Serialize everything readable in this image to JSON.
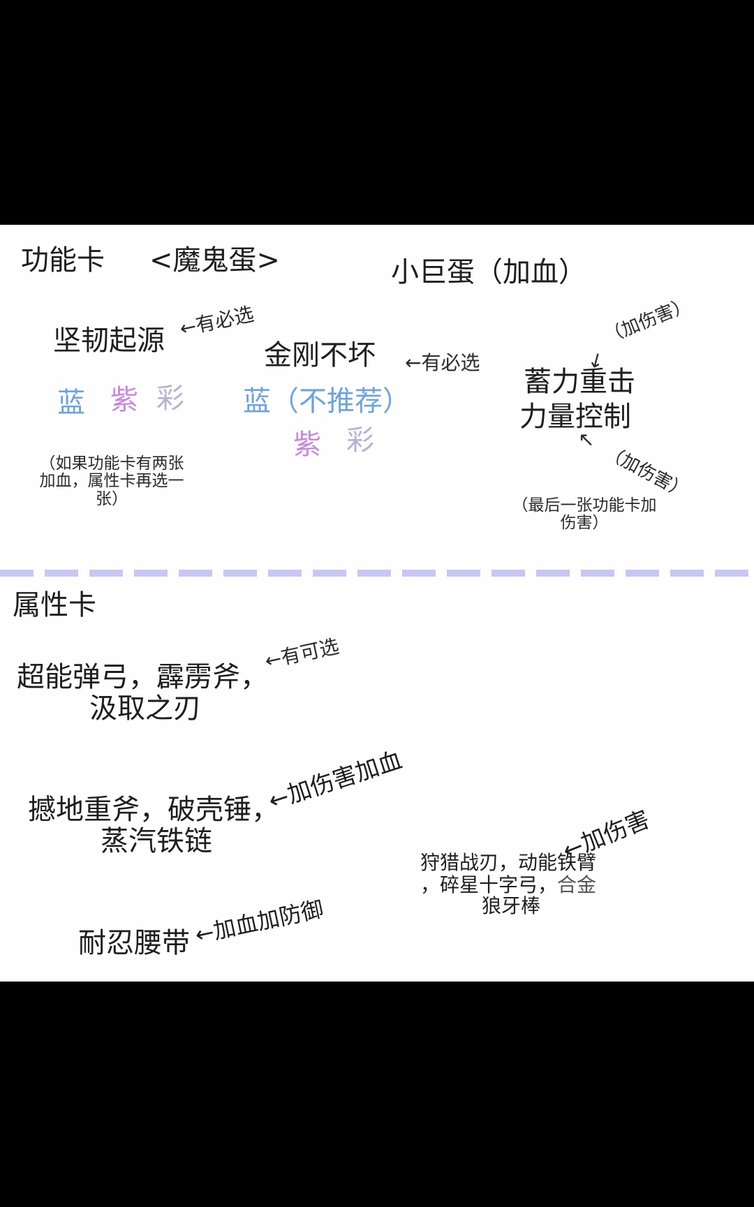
{
  "colors": {
    "background_outer": "#000000",
    "panel": "#fefefe",
    "blue": "#6fa3d9",
    "purple": "#c88ad8",
    "rainbow": "#b4b4d2",
    "divider": "#c9c7f1"
  },
  "function_cards": {
    "heading": "功能卡",
    "egg_name": "<魔鬼蛋>",
    "small_giant_egg": "小巨蛋（加血）",
    "option1": {
      "name": "坚韧起源",
      "arrow_note": "←有必选",
      "blue": "蓝",
      "purple": "紫",
      "rainbow": "彩",
      "note": [
        "（如果功能卡有两张",
        "加血，属性卡再选一",
        "张）"
      ]
    },
    "option2": {
      "name": "金刚不坏",
      "arrow_note": "←有必选",
      "blue": "蓝（不推荐）",
      "purple": "紫",
      "rainbow": "彩"
    },
    "option3": {
      "line1": "蓄力重击",
      "line2": "力量控制",
      "top_note": "（加伤害）",
      "bottom_note": "（加伤害）",
      "note": [
        "（最后一张功能卡加",
        "伤害）"
      ]
    }
  },
  "attribute_cards": {
    "heading": "属性卡",
    "group1": {
      "line1": "超能弹弓，霹雳斧，",
      "line2": "汲取之刃",
      "arrow_note": "←有可选"
    },
    "group2": {
      "line1": "撼地重斧，破壳锤，",
      "line2": "蒸汽铁链",
      "arrow_note": "←加伤害加血"
    },
    "group3": {
      "line1": "狩猎战刃，动能铁臂",
      "line2a": "，碎星十字弓，",
      "line2b": "合金",
      "line3": "狼牙棒",
      "arrow_note": "←加伤害"
    },
    "group4": {
      "name": "耐忍腰带",
      "arrow_note": "←加血加防御"
    }
  }
}
